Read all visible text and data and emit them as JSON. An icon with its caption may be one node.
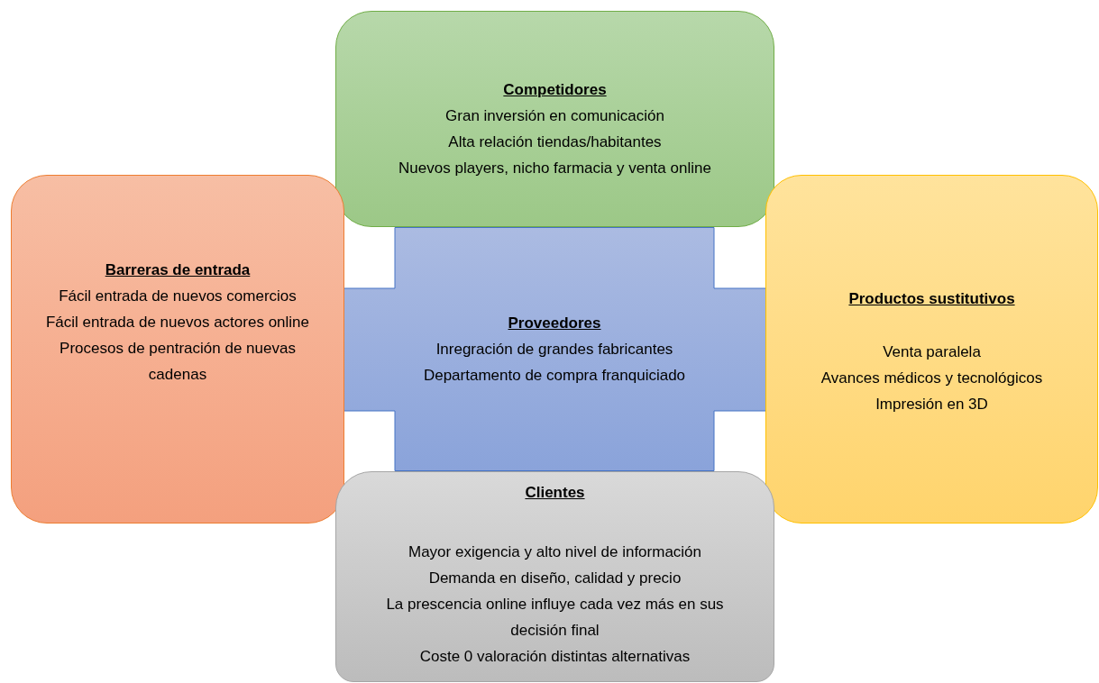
{
  "diagram": {
    "nodes": [
      {
        "text": [
          "Competidores",
          "Gran inversión en comunicación",
          "Alta relación tiendas/habitantes",
          "Nuevos players, nicho farmacia y venta online"
        ]
      },
      {
        "text": [
          "Barreras de entrada",
          "Fácil entrada de nuevos comercios",
          "Fácil entrada de nuevos actores online",
          "Procesos de pentración de nuevas cadenas"
        ]
      },
      {
        "text": [
          "Proveedores",
          "Inregración de grandes fabricantes",
          "Departamento de compra franquiciado"
        ]
      },
      {
        "text": [
          "Productos sustitutivos",
          "Venta paralela",
          "Avances médicos y tecnológicos",
          "Impresión en 3D"
        ]
      },
      {
        "text": [
          "Clientes",
          "Mayor exigencia y alto nivel de información",
          "Demanda en diseño, calidad y precio",
          "La prescencia online influye cada vez más en sus decisión final",
          "Coste 0 valoración distintas alternativas"
        ]
      }
    ]
  }
}
